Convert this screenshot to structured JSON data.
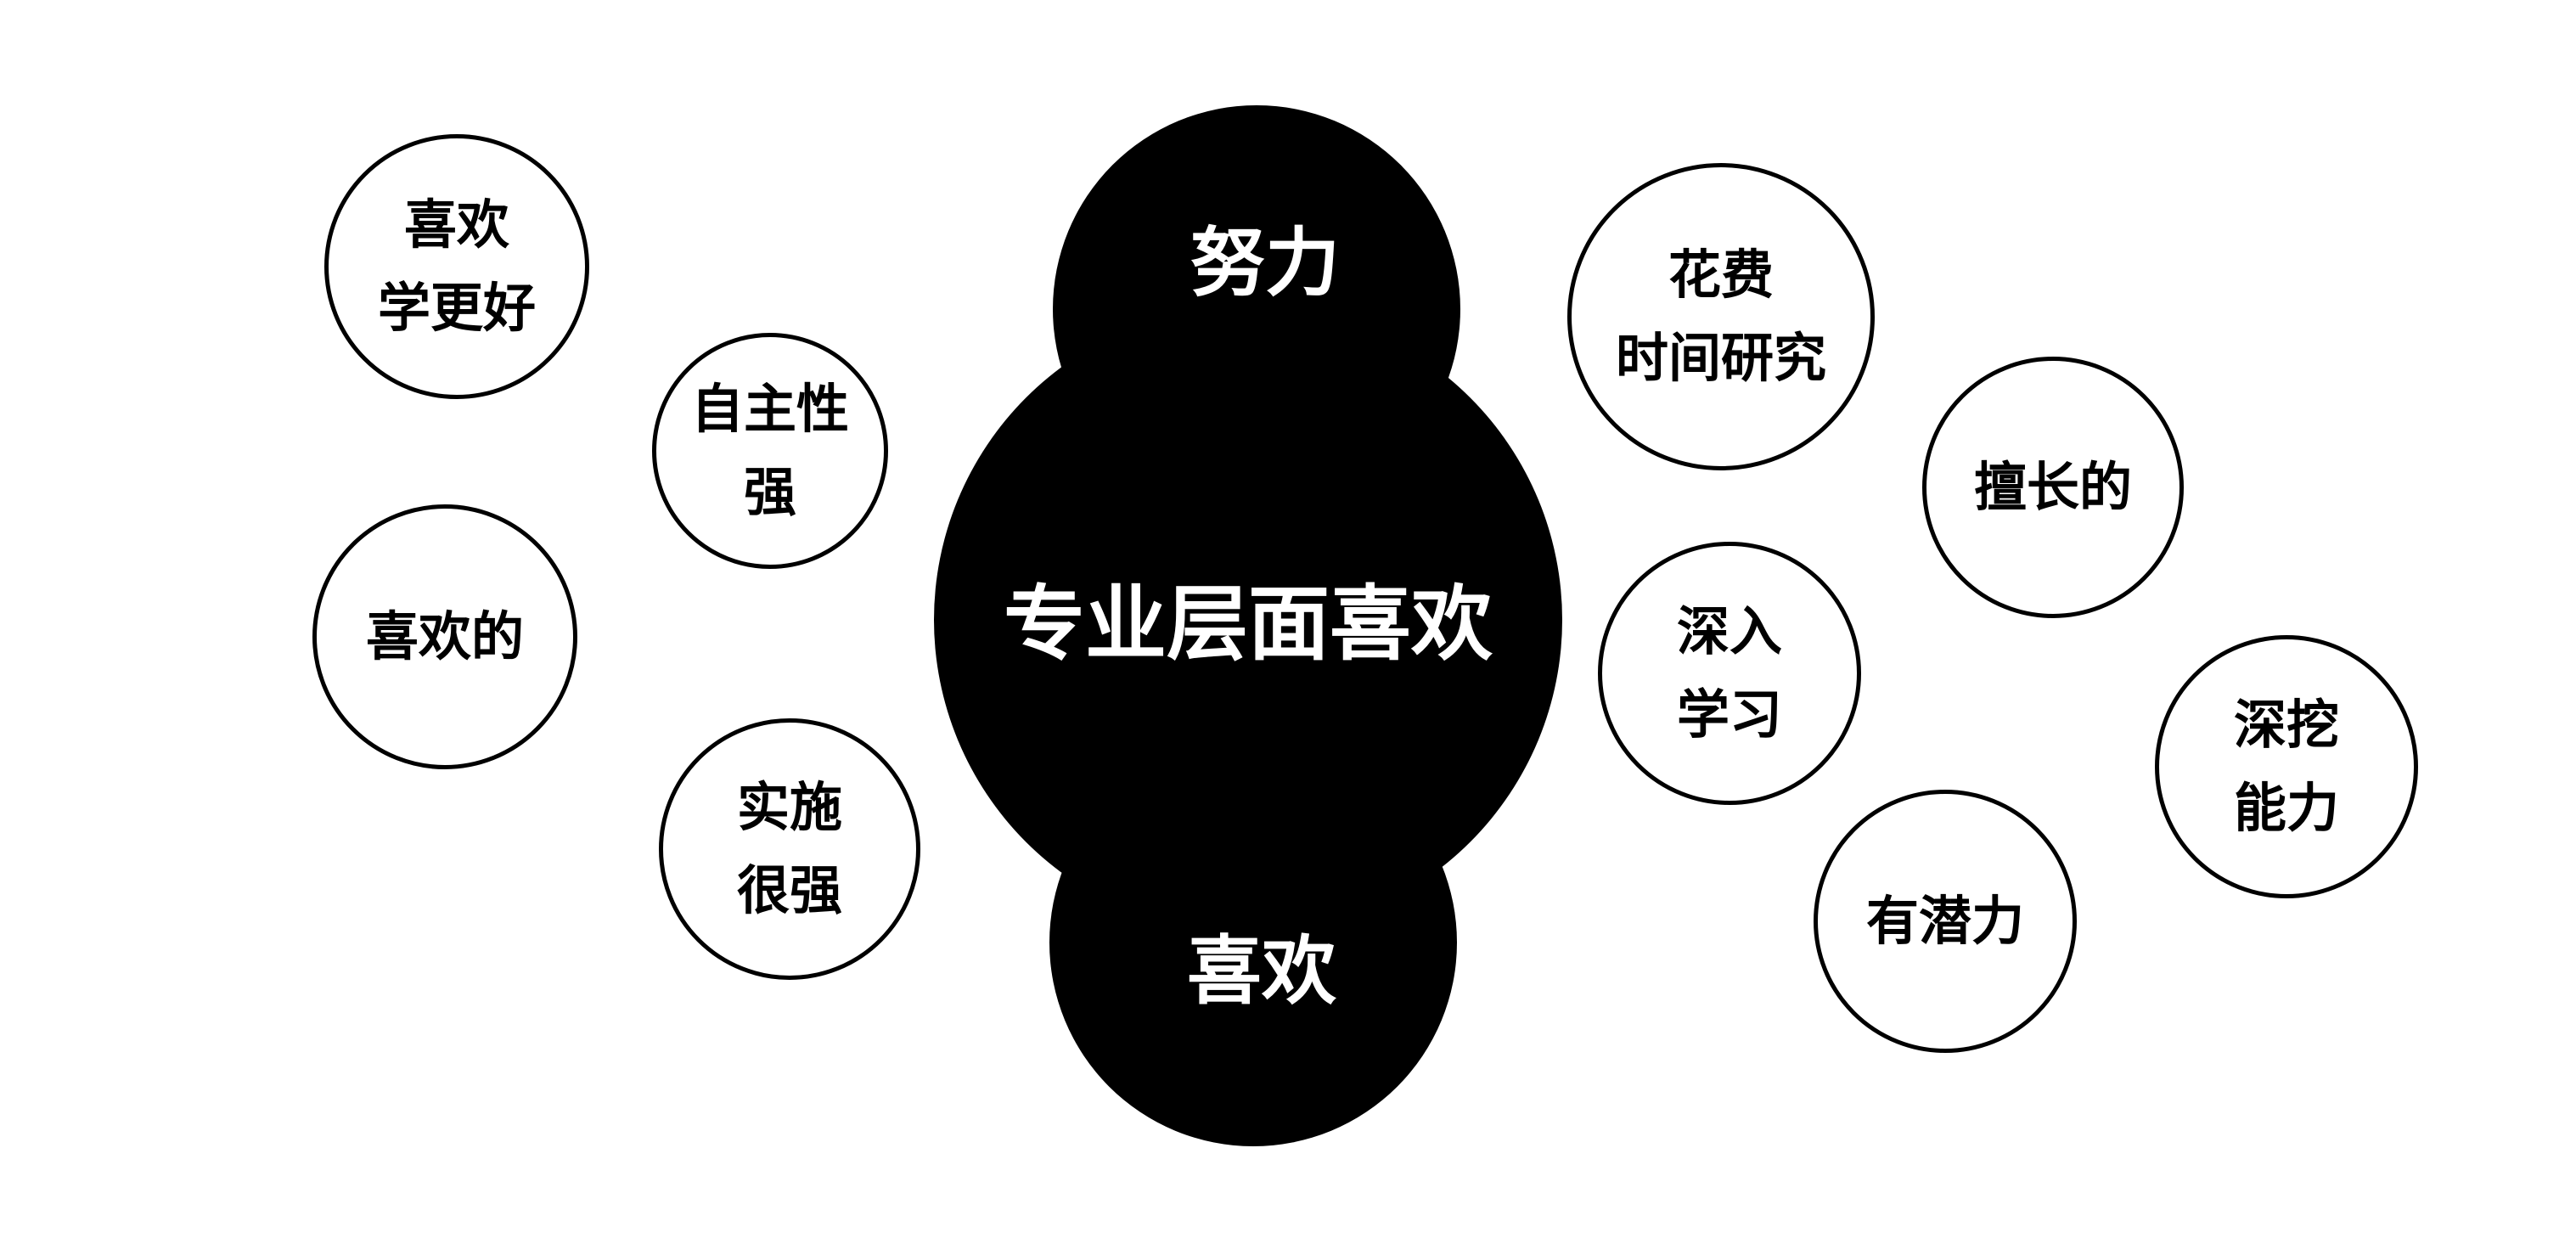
{
  "colors": {
    "hub_fill": "#000000",
    "hub_text": "#ffffff",
    "bubble_fill": "#ffffff",
    "bubble_stroke": "#000000",
    "bubble_text": "#000000"
  },
  "hub": {
    "center": "专业层面喜欢",
    "top": "努力",
    "bottom": "喜欢"
  },
  "left_bubbles": [
    {
      "label": "喜欢\n学更好"
    },
    {
      "label": "自主性\n强"
    },
    {
      "label": "喜欢的"
    },
    {
      "label": "实施\n很强"
    }
  ],
  "right_bubbles": [
    {
      "label": "花费\n时间研究"
    },
    {
      "label": "擅长的"
    },
    {
      "label": "深入\n学习"
    },
    {
      "label": "深挖\n能力"
    },
    {
      "label": "有潜力"
    }
  ]
}
